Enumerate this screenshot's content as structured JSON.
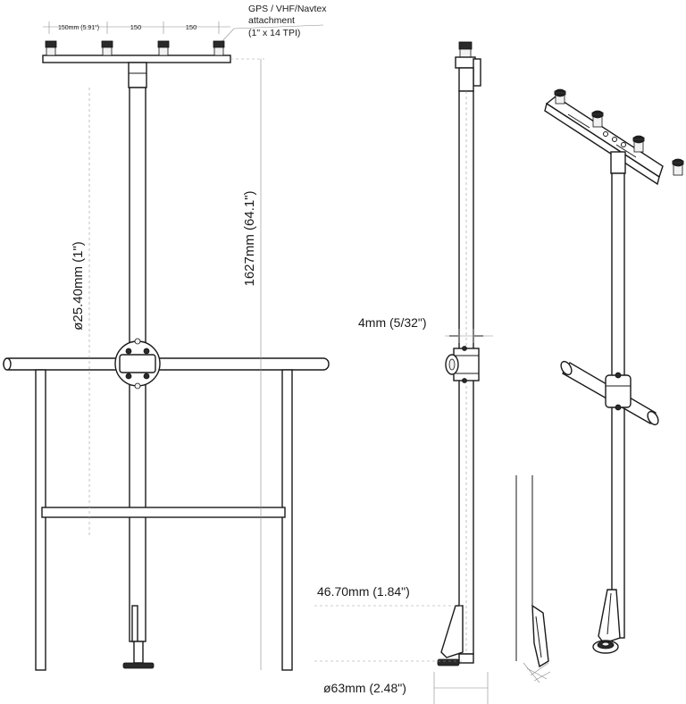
{
  "dimensions": {
    "spacing_first": "150mm (5.91\")",
    "spacing_second": "150",
    "spacing_third": "150",
    "attachment_line1": "GPS / VHF/Navtex",
    "attachment_line2": "attachment",
    "attachment_line3": "(1\" x 14 TPI)",
    "tube_diameter": "ø25.40mm (1\")",
    "height": "1627mm (64.1\")",
    "wall_thickness": "4mm (5/32\")",
    "base_height": "46.70mm (1.84\")",
    "base_diameter": "ø63mm (2.48\")"
  },
  "colors": {
    "line": "#1a1a1a",
    "cap": "#2a2a2a",
    "background": "#ffffff"
  }
}
